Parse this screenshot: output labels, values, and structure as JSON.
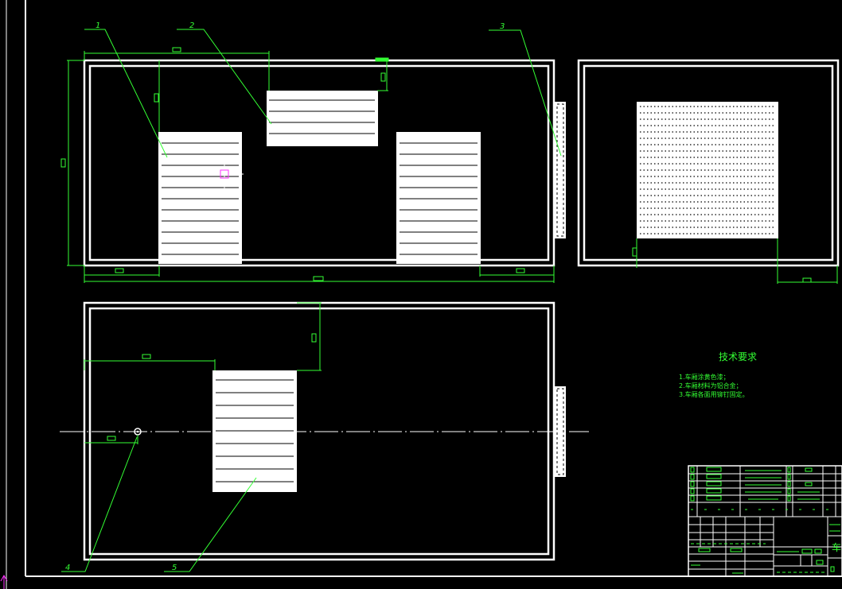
{
  "colors": {
    "background": "#000000",
    "outline": "#ffffff",
    "dimension": "#33ff33",
    "crosshair_accent": "#ff33ff"
  },
  "part_labels": [
    "1",
    "2",
    "3",
    "4",
    "5"
  ],
  "tech_requirements": {
    "title": "技术要求",
    "items": [
      "1.车厢涂黄色漆；",
      "2.车厢材料为铝合金；",
      "3.车厢各面用铆钉固定。"
    ]
  },
  "title_block": {
    "glyph": "车"
  }
}
